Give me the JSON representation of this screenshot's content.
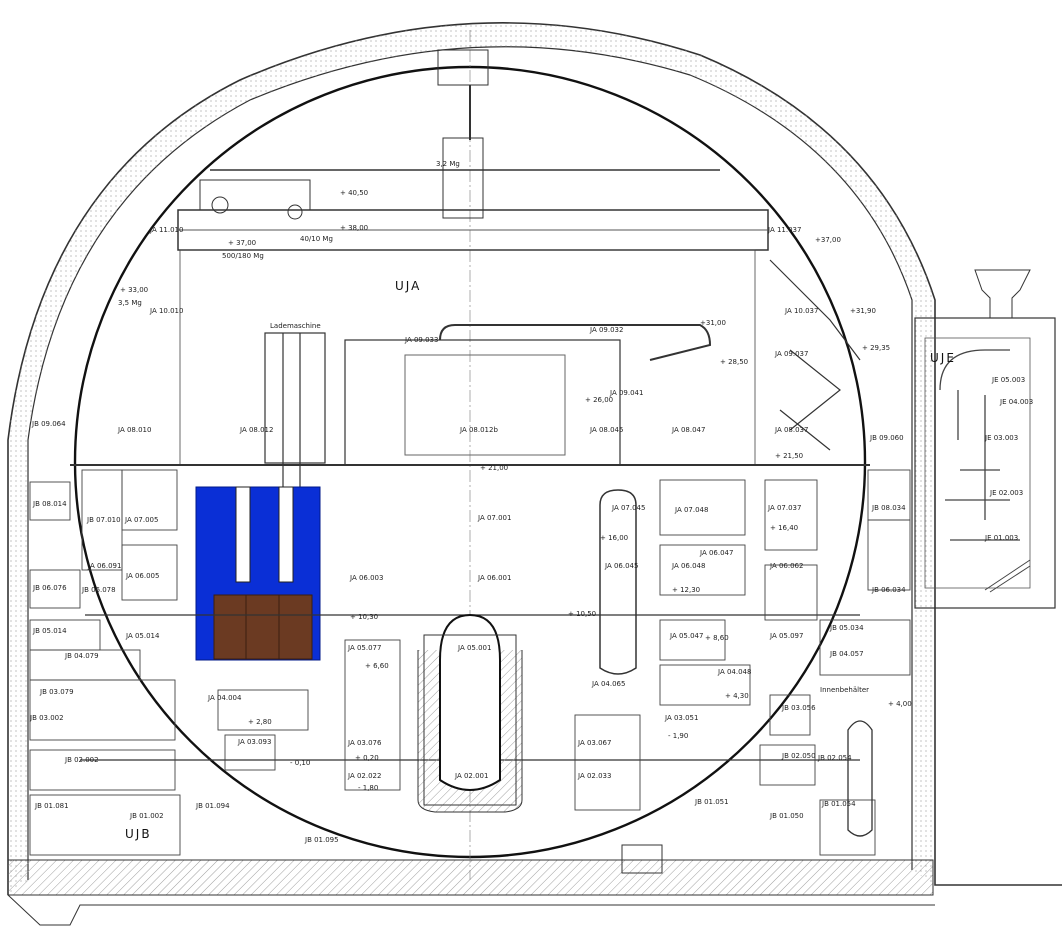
{
  "colors": {
    "pool_water": "#0a2fd6",
    "fuel_racks": "#6b3a22",
    "line": "#333333",
    "hatch": "#9a9a9a"
  },
  "areas": {
    "uja": "UJA",
    "uje": "UJE",
    "ujb": "UJB"
  },
  "machines": {
    "loading_machine": "Lademaschine",
    "crane_capacity": "500/180 Mg",
    "crane_hook": "3,2 Mg",
    "hoist_small": "3,5 Mg",
    "hoist_aux": "40/10 Mg",
    "internal_container": "Innenbehälter"
  },
  "elevations": {
    "e4050": "+ 40,50",
    "e3800": "+ 38,00",
    "e3700": "+ 37,00",
    "e3700r": "+37,00",
    "e3300": "+ 33,00",
    "e3100": "+31,00",
    "e3190": "+31,90",
    "e2850": "+ 28,50",
    "e2935": "+ 29,35",
    "e2600": "+ 26,00",
    "e2150": "+ 21,50",
    "e2100": "+ 21,00",
    "e1640": "+ 16,40",
    "e1600": "+ 16,00",
    "e1230": "+ 12,30",
    "e1050": "+ 10,50",
    "e1030": "+ 10,30",
    "e860": "+ 8,60",
    "e660": "+ 6,60",
    "e430": "+ 4,30",
    "e280": "+ 2,80",
    "e020": "+ 0,20",
    "e010": "- 0,10",
    "e190": "- 1,90",
    "e180": "- 1,80",
    "e400": "+ 4,00"
  },
  "rooms": [
    "JA 11.010",
    "JA 11.037",
    "JA 10.010",
    "JA 10.037",
    "JA 09.032",
    "JA 09.033",
    "JA 09.037",
    "JA 09.041",
    "JB 09.064",
    "JA 08.010",
    "JA 08.012",
    "JA 08.012b",
    "JA 08.045",
    "JA 08.047",
    "JA 08.037",
    "JB 09.060",
    "JB 08.014",
    "JB 07.010",
    "JA 07.005",
    "JA 07.001",
    "JA 07.045",
    "JA 07.048",
    "JA 07.037",
    "JB 08.034",
    "JA 06.091",
    "JA 06.005",
    "JA 06.003",
    "JA 06.001",
    "JA 06.047",
    "JA 06.048",
    "JA 06.045",
    "JA 06.062",
    "JB 06.034",
    "JB 06.076",
    "JB 06.078",
    "JB 05.014",
    "JA 05.014",
    "JA 05.077",
    "JA 05.001",
    "JA 05.047",
    "JA 05.097",
    "JB 05.034",
    "JB 04.079",
    "JA 04.004",
    "JA 04.065",
    "JA 04.048",
    "JB 04.057",
    "JB 03.079",
    "JB 03.002",
    "JA 03.093",
    "JA 03.076",
    "JA 03.067",
    "JA 03.051",
    "JB 03.056",
    "JB 02.002",
    "JA 02.022",
    "JA 02.001",
    "JA 02.033",
    "JB 02.050",
    "JB 02.054",
    "JB 01.081",
    "JB 01.002",
    "JB 01.094",
    "JB 01.095",
    "JB 01.051",
    "JB 01.050",
    "JB 01.054",
    "JE 05.003",
    "JE 04.003",
    "JE 03.003",
    "JE 02.003",
    "JE 01.003"
  ]
}
